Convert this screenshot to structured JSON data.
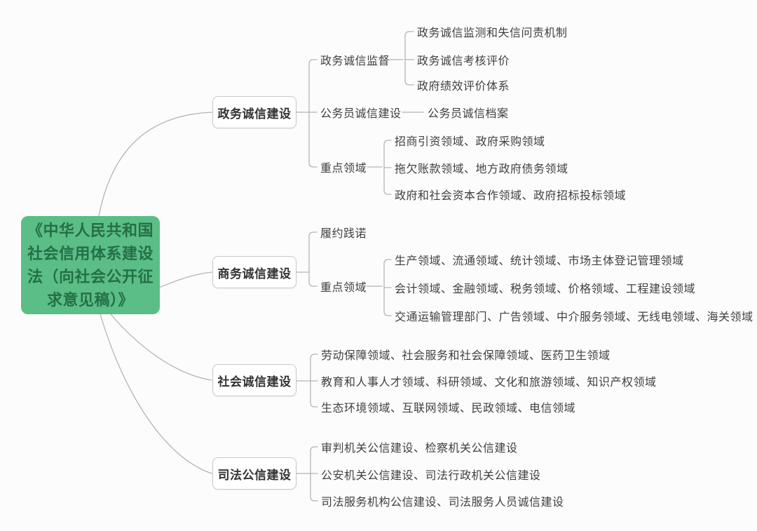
{
  "colors": {
    "root_bg": "#5abe86",
    "root_text": "#256f47",
    "line": "#b4b4b4",
    "box_border": "#c8c8c8",
    "box_text": "#333333",
    "label_text": "#3f3f3f"
  },
  "root": {
    "title": "《中华人民共和国\n社会信用体系建设\n法（向社会公开征\n求意见稿）》"
  },
  "branches": [
    {
      "label": "政务诚信建设",
      "children": [
        {
          "label": "政务诚信监督",
          "items": [
            "政务诚信监测和失信问责机制",
            "政务诚信考核评价",
            "政府绩效评价体系"
          ]
        },
        {
          "label": "公务员诚信建设",
          "items": [
            "公务员诚信档案"
          ]
        },
        {
          "label": "重点领域",
          "items": [
            "招商引资领域、政府采购领域",
            "拖欠账款领域、地方政府债务领域",
            "政府和社会资本合作领域、政府招标投标领域"
          ]
        }
      ]
    },
    {
      "label": "商务诚信建设",
      "children": [
        {
          "label": "履约践诺",
          "items": []
        },
        {
          "label": "重点领域",
          "items": [
            "生产领域、流通领域、统计领域、市场主体登记管理领域",
            "会计领域、金融领域、税务领域、价格领域、工程建设领域",
            "交通运输管理部门、广告领域、中介服务领域、无线电领域、海关领域"
          ]
        }
      ]
    },
    {
      "label": "社会诚信建设",
      "items": [
        "劳动保障领域、社会服务和社会保障领域、医药卫生领域",
        "教育和人事人才领域、科研领域、文化和旅游领域、知识产权领域",
        "生态环境领域、互联网领域、民政领域、电信领域"
      ]
    },
    {
      "label": "司法公信建设",
      "items": [
        "审判机关公信建设、检察机关公信建设",
        "公安机关公信建设、司法行政机关公信建设",
        "司法服务机构公信建设、司法服务人员诚信建设"
      ]
    }
  ]
}
